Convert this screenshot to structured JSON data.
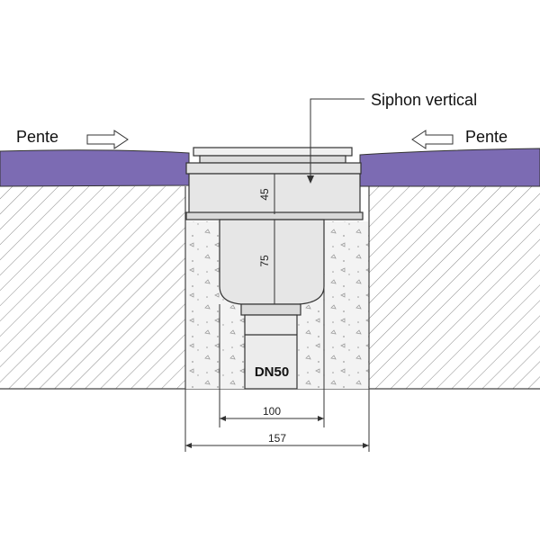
{
  "diagram": {
    "labels": {
      "siphon": "Siphon vertical",
      "slope_left": "Pente",
      "slope_right": "Pente",
      "pipe": "DN50"
    },
    "dimensions": {
      "body_height": "45",
      "cup_height": "75",
      "cup_width": "100",
      "outer_width": "157"
    },
    "colors": {
      "screed": "#7c6bb3",
      "concrete_hatch": "#777777",
      "part_fill": "#e6e6e6",
      "line": "#333333"
    }
  }
}
